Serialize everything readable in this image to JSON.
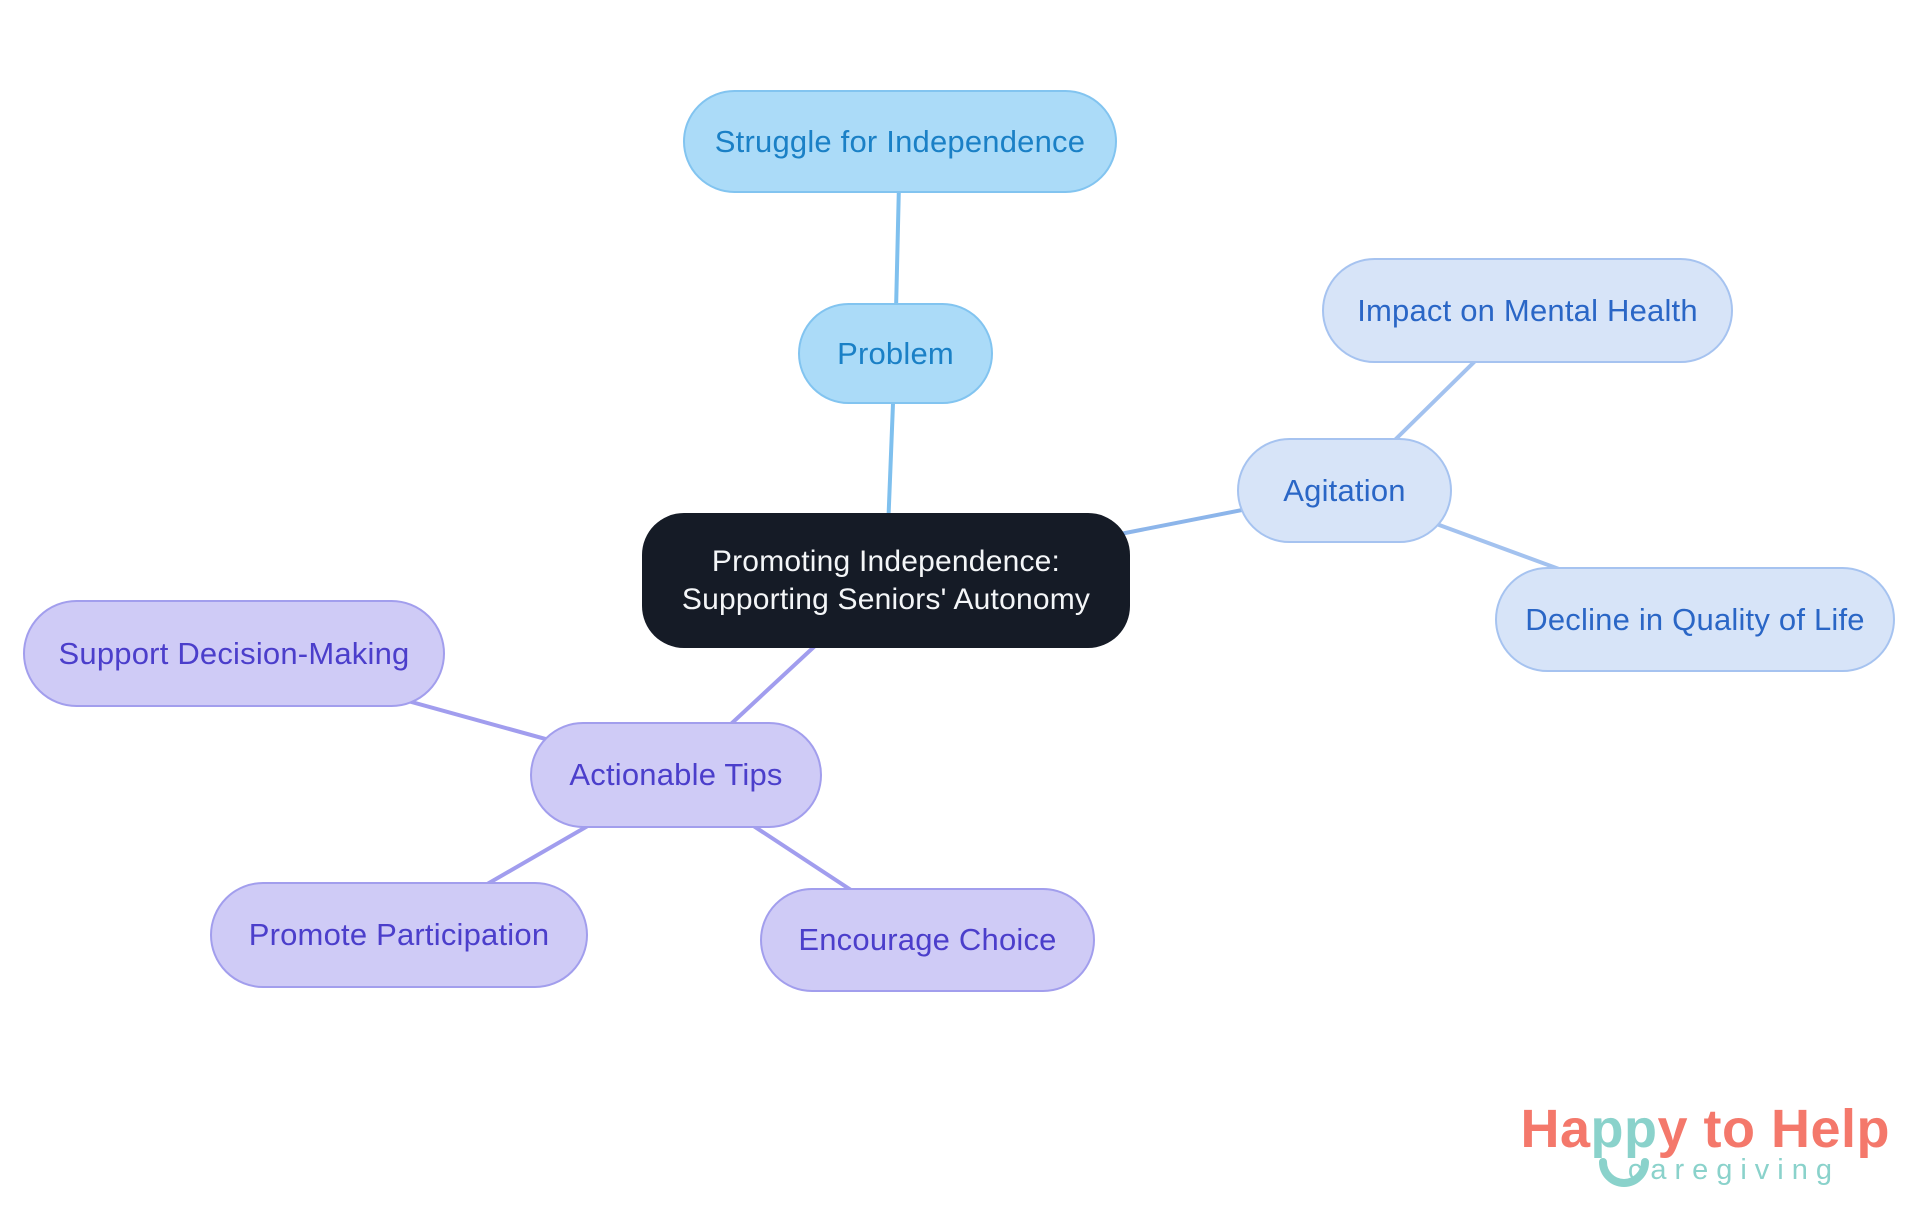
{
  "diagram": {
    "title": "Promoting Independence: Supporting Seniors' Autonomy",
    "central": {
      "line1": "Promoting Independence:",
      "line2": "Supporting Seniors' Autonomy",
      "fill": "#151b26",
      "text_color": "#f4f6f8"
    },
    "nodes": {
      "struggle": {
        "label": "Struggle for Independence",
        "branch": "problem"
      },
      "problem": {
        "label": "Problem",
        "branch": "problem"
      },
      "impact": {
        "label": "Impact on Mental Health",
        "branch": "agitation"
      },
      "agitation": {
        "label": "Agitation",
        "branch": "agitation"
      },
      "decline": {
        "label": "Decline in Quality of Life",
        "branch": "agitation"
      },
      "support": {
        "label": "Support Decision-Making",
        "branch": "tips"
      },
      "tips": {
        "label": "Actionable Tips",
        "branch": "tips"
      },
      "promote": {
        "label": "Promote Participation",
        "branch": "tips"
      },
      "encourage": {
        "label": "Encourage Choice",
        "branch": "tips"
      }
    },
    "edges": [
      {
        "from": "struggle",
        "to": "problem"
      },
      {
        "from": "problem",
        "to": "central"
      },
      {
        "from": "central",
        "to": "agitation"
      },
      {
        "from": "agitation",
        "to": "impact"
      },
      {
        "from": "agitation",
        "to": "decline"
      },
      {
        "from": "central",
        "to": "tips"
      },
      {
        "from": "tips",
        "to": "support"
      },
      {
        "from": "tips",
        "to": "promote"
      },
      {
        "from": "tips",
        "to": "encourage"
      }
    ],
    "colors": {
      "problem_fill": "#abdbf8",
      "problem_border": "#82c4f0",
      "problem_text": "#1a80c6",
      "problem_line": "#7fc0ee",
      "agitation_fill": "#d7e4f8",
      "agitation_border": "#a6c3f0",
      "agitation_text": "#2a66c6",
      "agitation_line": "#a3c2ef",
      "tips_fill": "#cfcbf6",
      "tips_border": "#a29eed",
      "tips_text": "#4b3ecb",
      "tips_line": "#a19dee",
      "central_fill": "#151b26",
      "central_text": "#f4f6f8",
      "background": "#ffffff"
    }
  },
  "logo": {
    "part_ha": "Ha",
    "part_pp": "pp",
    "part_rest": "y to Help",
    "tagline": "caregiving",
    "coral": "#f4786b",
    "teal": "#8ad2cb"
  }
}
